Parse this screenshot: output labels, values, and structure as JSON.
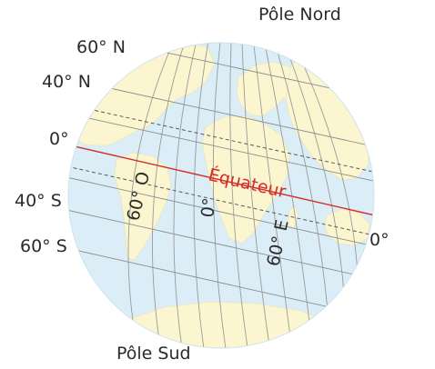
{
  "labels": {
    "pole_north": "Pôle Nord",
    "pole_south": "Pôle Sud",
    "lat_60n": "60° N",
    "lat_40n": "40° N",
    "equator_left": "0°",
    "lat_40s": "40° S",
    "lat_60s": "60° S",
    "equator_right": "0°",
    "equator_name": "Équateur",
    "lon_60w": "60° O",
    "lon_0": "0°",
    "lon_60e": "60° E"
  },
  "colors": {
    "ocean": "#dbedf6",
    "land": "#fbf6cf",
    "grid": "#8c8c8c",
    "equator": "#d62a2a",
    "text": "#2b2b2b"
  }
}
